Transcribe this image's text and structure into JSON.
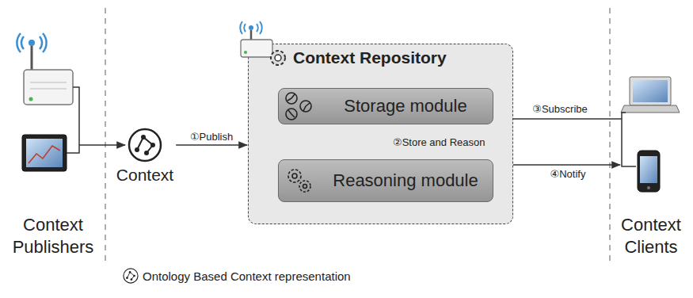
{
  "diagram": {
    "nodes": [
      {
        "text": [
          "Context"
        ]
      },
      {
        "text": [
          "Context Repository"
        ]
      },
      {
        "text": [
          "Storage module"
        ],
        "in": 1
      },
      {
        "text": [
          "Reasoning module"
        ],
        "in": 1
      }
    ],
    "edges": [
      {
        "from": 0,
        "to": 1,
        "label": "①Publish",
        "arrow": "to"
      },
      {
        "from": 2,
        "to": 3,
        "label": "②Store and Reason",
        "arrow": "both"
      }
    ],
    "labels": [
      "Context Publishers",
      "Context Clients",
      "③Subscribe",
      "④Notify"
    ],
    "legend": [
      {
        "text": "Ontology Based Context representation"
      }
    ]
  }
}
